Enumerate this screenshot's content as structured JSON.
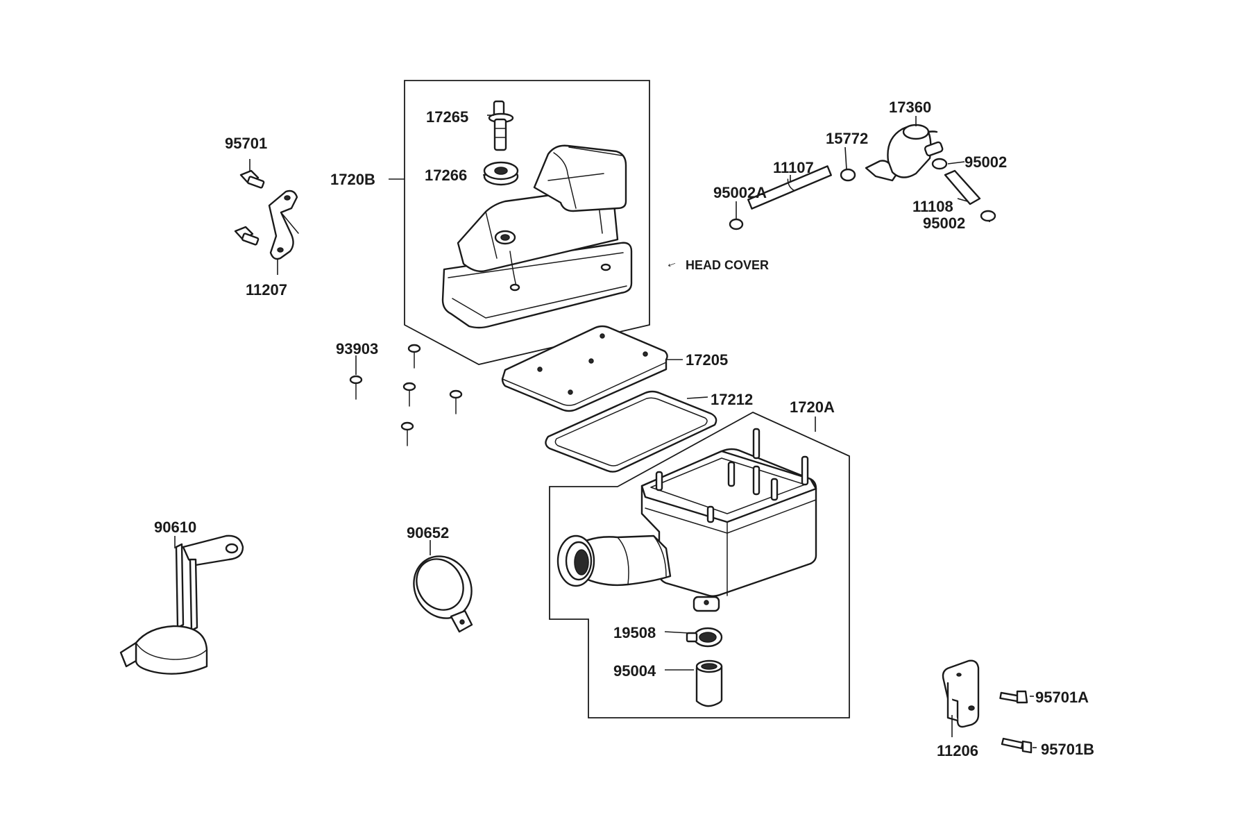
{
  "diagram": {
    "labels": {
      "p17265": "17265",
      "p17266": "17266",
      "p1720B": "1720B",
      "p95701": "95701",
      "p11207": "11207",
      "p17360": "17360",
      "p15772": "15772",
      "p11107": "11107",
      "p95002A": "95002A",
      "p95002_top": "95002",
      "p11108": "11108",
      "p95002_bot": "95002",
      "p93903": "93903",
      "p17205": "17205",
      "p17212": "17212",
      "p1720A": "1720A",
      "p90610": "90610",
      "p90652": "90652",
      "p19508": "19508",
      "p95004": "95004",
      "p11206": "11206",
      "p95701A": "95701A",
      "p95701B": "95701B"
    },
    "head_cover_note": "HEAD COVER",
    "head_cover_arrow_glyph": "←"
  }
}
